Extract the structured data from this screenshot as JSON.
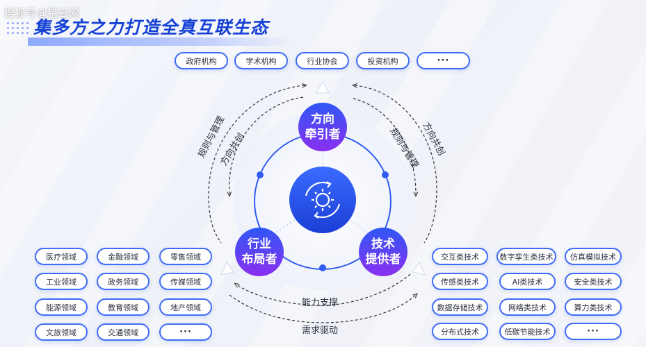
{
  "watermark": "搜狐号@猎云网",
  "title": "集多方之力打造全真互联生态",
  "top_pills": [
    "政府机构",
    "学术机构",
    "行业协会",
    "投资机构",
    "···"
  ],
  "left_pills": [
    [
      "医疗领域",
      "金融领域",
      "零售领域"
    ],
    [
      "工业领域",
      "政务领域",
      "传媒领域"
    ],
    [
      "能源领域",
      "教育领域",
      "地产领域"
    ],
    [
      "文旅领域",
      "交通领域",
      "···"
    ]
  ],
  "right_pills": [
    [
      "交互类技术",
      "数字孪生类技术",
      "仿真模拟技术"
    ],
    [
      "传感类技术",
      "AI类技术",
      "安全类技术"
    ],
    [
      "数据存储技术",
      "网络类技术",
      "算力类技术"
    ],
    [
      "分布式技术",
      "低碳节能技术",
      "···"
    ]
  ],
  "nodes": {
    "top": "方向\n牵引者",
    "left": "行业\n布局者",
    "right": "技术\n提供者"
  },
  "arc_labels": {
    "left_outer": "规则与管理",
    "left_inner": "方向共创",
    "right_outer": "方向共创",
    "right_inner": "规则与管理",
    "bottom_inner": "能力支撑",
    "bottom_outer": "需求驱动"
  },
  "icons": {
    "center": "gear-cycle-icon"
  },
  "colors": {
    "accent": "#1440d6",
    "node_gradient_top": "#2f57f5",
    "node_gradient_bottom": "#8a2ff0",
    "pill_border": "#3f6cf6"
  }
}
